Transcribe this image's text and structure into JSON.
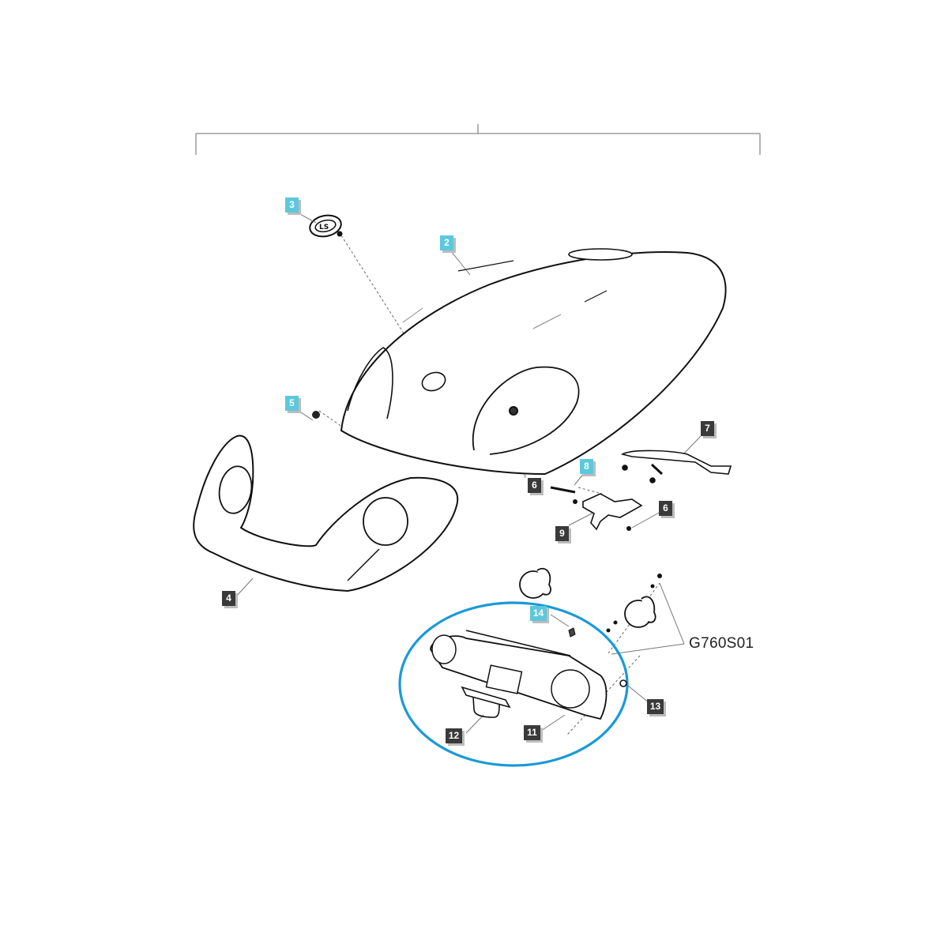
{
  "diagram": {
    "type": "exploded-parts-view",
    "subject": "hood assembly",
    "reference_code": "G760S01",
    "highlight_color": "#1a9ad6",
    "callout_colors": {
      "highlighted": "#5bc8dc",
      "standard": "#3a3a3a"
    },
    "callouts": [
      {
        "id": "c3",
        "label": "3",
        "style": "cyan",
        "part": "emblem"
      },
      {
        "id": "c2",
        "label": "2",
        "style": "cyan",
        "part": "hood"
      },
      {
        "id": "c5",
        "label": "5",
        "style": "cyan",
        "part": "nut"
      },
      {
        "id": "c7",
        "label": "7",
        "style": "dark",
        "part": "support-bracket"
      },
      {
        "id": "c8",
        "label": "8",
        "style": "cyan",
        "part": "bolt"
      },
      {
        "id": "c6a",
        "label": "6",
        "style": "dark",
        "part": "nut"
      },
      {
        "id": "c6b",
        "label": "6",
        "style": "dark",
        "part": "nut"
      },
      {
        "id": "c9",
        "label": "9",
        "style": "dark",
        "part": "mounting-bracket"
      },
      {
        "id": "c4",
        "label": "4",
        "style": "dark",
        "part": "front-grille-panel"
      },
      {
        "id": "c14",
        "label": "14",
        "style": "cyan",
        "part": "clip"
      },
      {
        "id": "c13",
        "label": "13",
        "style": "dark",
        "part": "screw"
      },
      {
        "id": "c12",
        "label": "12",
        "style": "dark",
        "part": "handle"
      },
      {
        "id": "c11",
        "label": "11",
        "style": "dark",
        "part": "headlight-bracket-plate"
      }
    ]
  }
}
